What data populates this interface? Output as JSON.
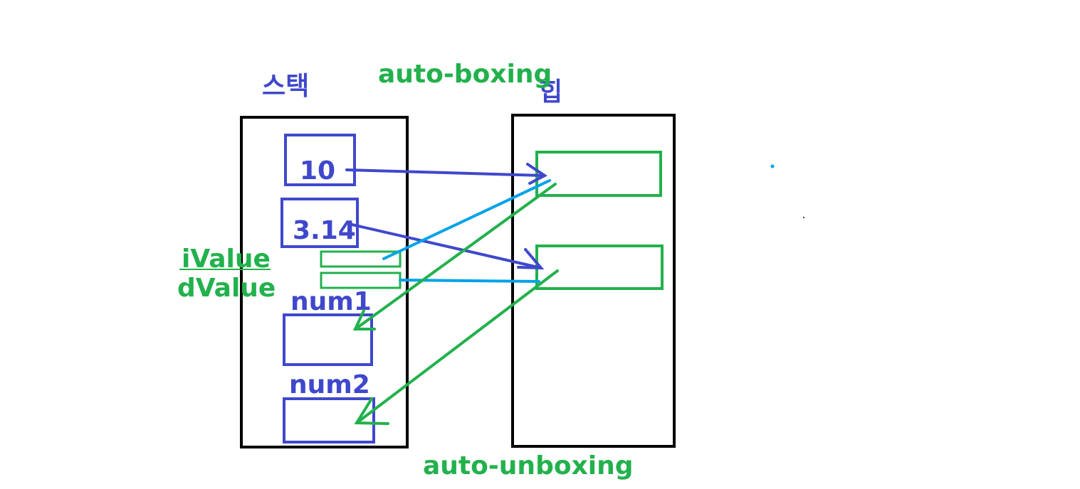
{
  "colors": {
    "stack_outline": "#000000",
    "stack_box": "#3f48cc",
    "heap_box": "#22b14c",
    "boxing_arrow": "#3f48cc",
    "ref_arrow": "#00a2e8",
    "unboxing_arrow": "#22b14c"
  },
  "labels": {
    "stack_title": "스택",
    "heap_title": "힙",
    "auto_boxing": "auto-boxing",
    "auto_unboxing": "auto-unboxing"
  },
  "stack": {
    "int_value": "10",
    "double_value": "3.14",
    "ref_i": "iValue",
    "ref_d": "dValue",
    "num1": "num1",
    "num2": "num2"
  }
}
